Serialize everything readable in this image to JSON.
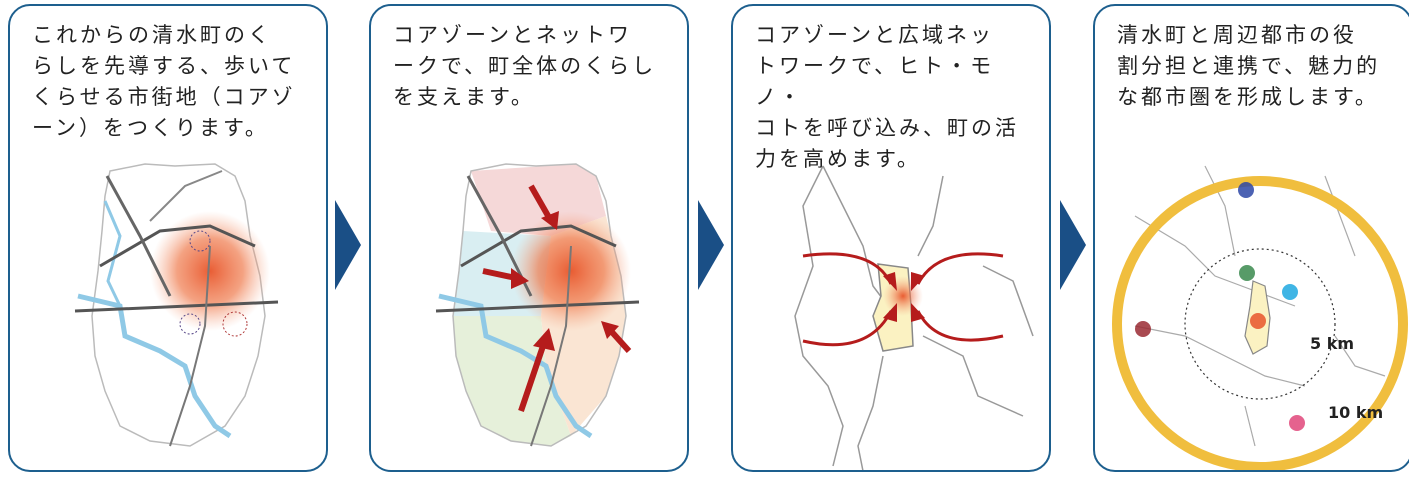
{
  "panels": [
    {
      "text": "これからの清水町のく\nらしを先導する、歩いて\nくらせる市街地（コアゾ\nーン）をつくります。"
    },
    {
      "text": "コアゾーンとネットワ\nークで、町全体のくらし\nを支えます。"
    },
    {
      "text": "コアゾーンと広域ネッ\nトワークで、ヒト・モノ・\nコトを呼び込み、町の活\n力を高めます。"
    },
    {
      "text": "清水町と周辺都市の役\n割分担と連携で、魅力的\nな都市圏を形成します。"
    }
  ],
  "map4": {
    "inner_ring_label": "5 km",
    "outer_ring_label": "10 km"
  },
  "colors": {
    "panel_border": "#1d5f8e",
    "chevron": "#1a4f86",
    "core_zone": "#e8552a",
    "river": "#8fc9e6",
    "arrow_red": "#b51c1c",
    "outer_ring": "#f0be3e",
    "town_fill": "#fbf2c2"
  }
}
